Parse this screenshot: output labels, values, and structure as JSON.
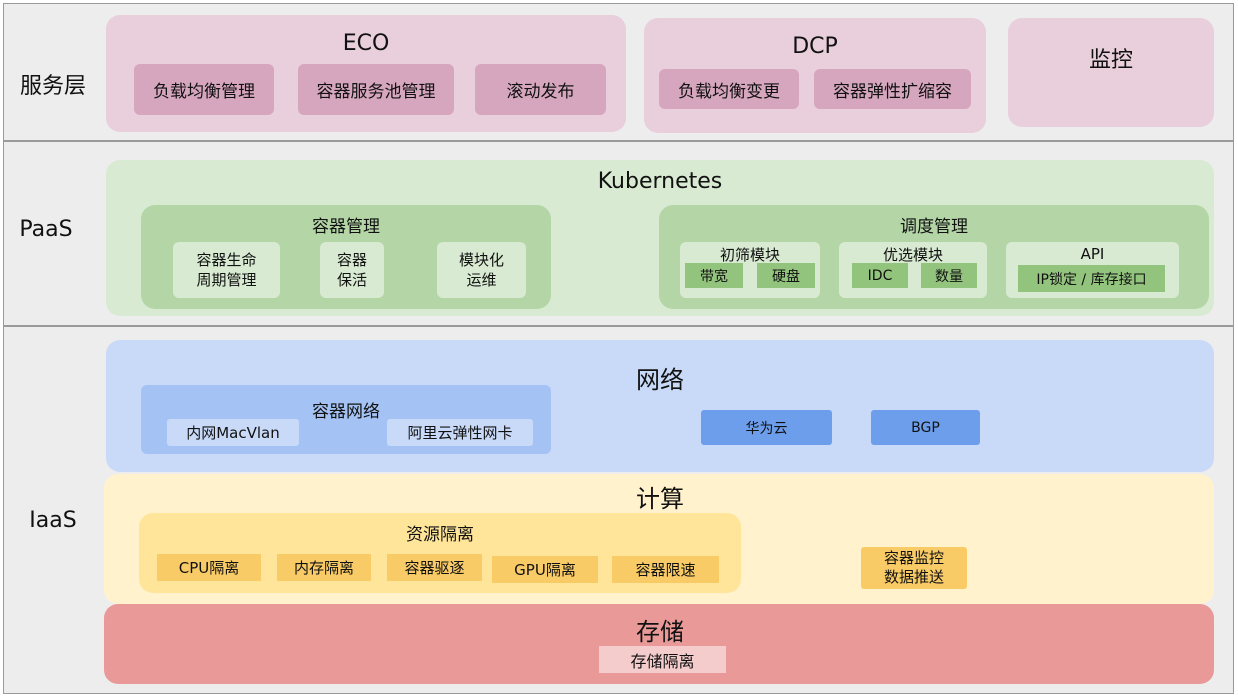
{
  "service_layer": {
    "label": "服务层",
    "eco": {
      "title": "ECO",
      "items": [
        "负载均衡管理",
        "容器服务池管理",
        "滚动发布"
      ]
    },
    "dcp": {
      "title": "DCP",
      "items": [
        "负载均衡变更",
        "容器弹性扩缩容"
      ]
    },
    "monitor": {
      "title": "监控"
    }
  },
  "paas": {
    "label": "PaaS",
    "title": "Kubernetes",
    "container_mgmt": {
      "title": "容器管理",
      "items": [
        {
          "line1": "容器生命",
          "line2": "周期管理"
        },
        {
          "line1": "容器",
          "line2": "保活"
        },
        {
          "line1": "模块化",
          "line2": "运维"
        }
      ]
    },
    "scheduling": {
      "title": "调度管理",
      "filter": {
        "title": "初筛模块",
        "chips": [
          "带宽",
          "硬盘"
        ]
      },
      "priority": {
        "title": "优选模块",
        "chips": [
          "IDC",
          "数量"
        ]
      },
      "api": {
        "title": "API",
        "chips": [
          "IP锁定 / 库存接口"
        ]
      }
    }
  },
  "iaas": {
    "label": "IaaS",
    "network": {
      "title": "网络",
      "container_network": {
        "title": "容器网络",
        "items": [
          "内网MacVlan",
          "阿里云弹性网卡"
        ]
      },
      "buttons": [
        "华为云",
        "BGP"
      ]
    },
    "compute": {
      "title": "计算",
      "isolation": {
        "title": "资源隔离",
        "items": [
          "CPU隔离",
          "内存隔离",
          "容器驱逐",
          "GPU隔离",
          "容器限速"
        ]
      },
      "monitor_push": {
        "line1": "容器监控",
        "line2": "数据推送"
      }
    },
    "storage": {
      "title": "存储",
      "items": [
        "存储隔离"
      ]
    }
  }
}
